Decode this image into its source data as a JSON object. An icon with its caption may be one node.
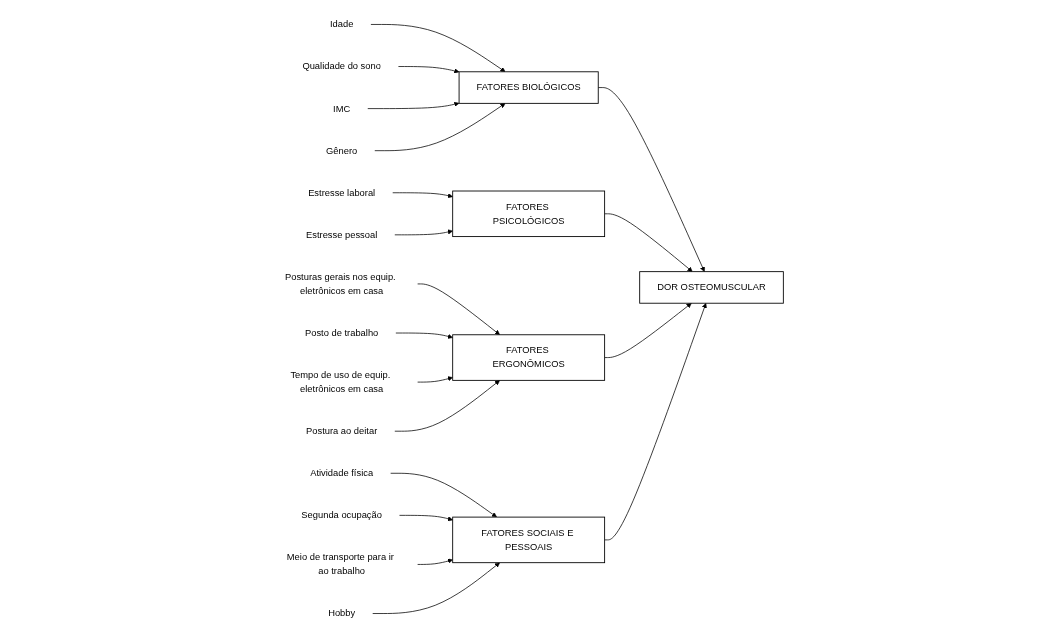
{
  "diagram": {
    "nodes": [
      {
        "text": [
          "FATORES BIOLÓGICOS"
        ]
      },
      {
        "text": [
          "FATORES PSICOLÓGICOS"
        ]
      },
      {
        "text": [
          "Idade"
        ]
      },
      {
        "text": [
          "Qualidade do sono"
        ]
      },
      {
        "text": [
          "Estresse laboral"
        ]
      },
      {
        "text": [
          "IMC"
        ]
      },
      {
        "text": [
          "Gênero"
        ]
      },
      {
        "text": [
          "Estresse pessoal"
        ]
      },
      {
        "text": [
          "DOR OSTEOMUSCULAR"
        ]
      },
      {
        "text": [
          "Posturas gerais nos equip. eletrônicos em casa"
        ]
      },
      {
        "text": [
          "Posto de trabalho"
        ]
      },
      {
        "text": [
          "Atividade física"
        ]
      },
      {
        "text": [
          "Segunda ocupação"
        ]
      },
      {
        "text": [
          "Tempo de uso de equip. eletrônicos em casa"
        ]
      },
      {
        "text": [
          "Postura ao deitar"
        ]
      },
      {
        "text": [
          "Meio de transporte para ir ao trabalho"
        ]
      },
      {
        "text": [
          "Hobby"
        ]
      },
      {
        "text": [
          "FATORES ERGONÔMICOS"
        ]
      },
      {
        "text": [
          "FATORES SOCIAIS E PESSOAIS"
        ]
      }
    ],
    "edges": [
      {
        "from": 2,
        "to": 0,
        "arrow": "to"
      },
      {
        "from": 3,
        "to": 0,
        "arrow": "to"
      },
      {
        "from": 5,
        "to": 0,
        "arrow": "to"
      },
      {
        "from": 6,
        "to": 0,
        "arrow": "to"
      },
      {
        "from": 4,
        "to": 1,
        "arrow": "to"
      },
      {
        "from": 7,
        "to": 1,
        "arrow": "to"
      },
      {
        "from": 9,
        "to": 17,
        "arrow": "to"
      },
      {
        "from": 10,
        "to": 17,
        "arrow": "to"
      },
      {
        "from": 13,
        "to": 17,
        "arrow": "to"
      },
      {
        "from": 14,
        "to": 17,
        "arrow": "to"
      },
      {
        "from": 11,
        "to": 18,
        "arrow": "to"
      },
      {
        "from": 12,
        "to": 18,
        "arrow": "to"
      },
      {
        "from": 15,
        "to": 18,
        "arrow": "to"
      },
      {
        "from": 16,
        "to": 18,
        "arrow": "to"
      },
      {
        "from": 0,
        "to": 8,
        "arrow": "to"
      },
      {
        "from": 1,
        "to": 8,
        "arrow": "to"
      },
      {
        "from": 17,
        "to": 8,
        "arrow": "to"
      },
      {
        "from": 18,
        "to": 8,
        "arrow": "to"
      }
    ]
  }
}
